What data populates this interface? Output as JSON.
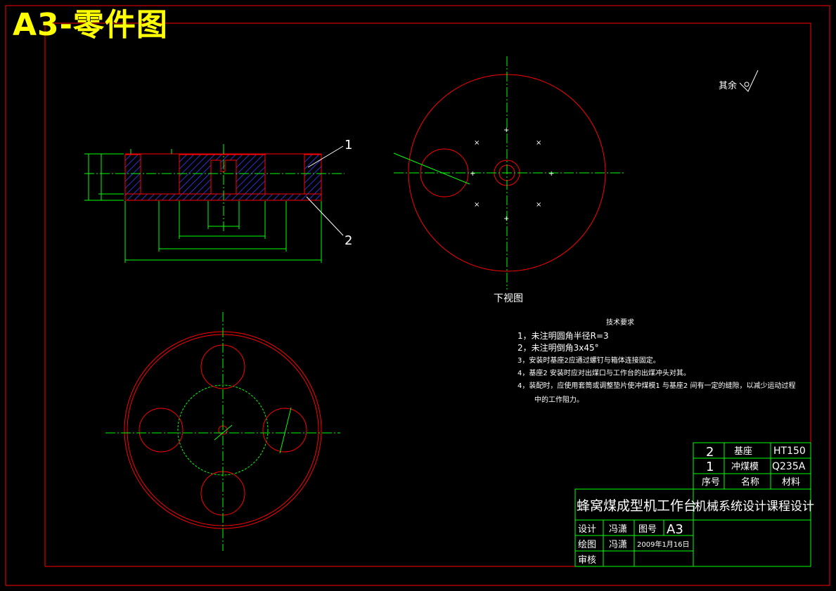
{
  "banner_title": "A3-零件图",
  "surface_note": "其余",
  "view_caption": "下视图",
  "section_callouts": [
    "1",
    "2"
  ],
  "tech_requirements": {
    "title": "技术要求",
    "items": [
      "1，未注明圆角半径R=3",
      "2，未注明倒角3x45°",
      "3，安装时基座2应通过螺钉与箱体连接固定。",
      "4，基座2 安装时应对出煤口与工作台的出煤冲头对其。",
      "4，装配时，应使用套筒或调整垫片使冲煤模1 与基座2 间有一定的缝隙，以减少运动过程",
      "中的工作阻力。"
    ]
  },
  "parts_list": {
    "rows": [
      {
        "no": "2",
        "name": "基座",
        "material": "HT150"
      },
      {
        "no": "1",
        "name": "冲煤模",
        "material": "Q235A"
      }
    ],
    "header": {
      "no": "序号",
      "name": "名称",
      "material": "材料"
    }
  },
  "title_block": {
    "project": "蜂窝煤成型机工作台",
    "course": "机械系统设计课程设计",
    "design_label": "设计",
    "designer": "冯潇",
    "drawing_no_label": "图号",
    "drawing_no": "A3",
    "draw_label": "绘图",
    "drafter": "冯潇",
    "date": "2009年1月16日",
    "review_label": "审核"
  },
  "colors": {
    "border": "#ff0000",
    "outline": "#ff0000",
    "centerline": "#00ff00",
    "dimension": "#00ff00",
    "hatch": "#3c3cff",
    "text": "#ffffff",
    "banner": "#ffff00"
  }
}
